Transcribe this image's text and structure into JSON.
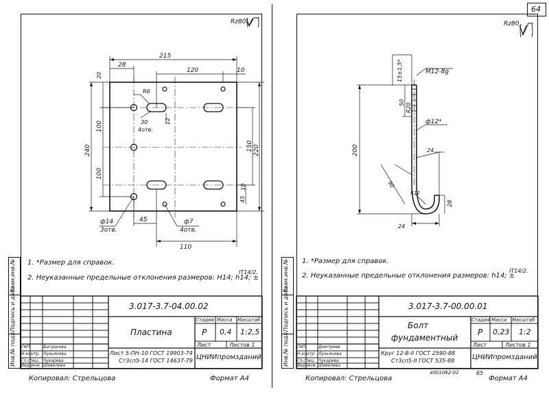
{
  "page_number": "64",
  "left_sheet": {
    "roughness": "Rz80",
    "dims": {
      "d215": "215",
      "d28": "28",
      "d120": "120",
      "d10a": "10",
      "d20": "20",
      "d100a": "100",
      "d240": "240",
      "d100b": "100",
      "r6": "R6",
      "d12": "12",
      "d30": "30",
      "holes4a": "4отв.",
      "d150": "150",
      "d220": "220",
      "d10b": "10",
      "d45a": "45",
      "phi14": "ф14",
      "holes3": "3отв.",
      "d45b": "45",
      "phi7": "ф7",
      "holes4b": "4отв.",
      "d110": "110"
    },
    "notes": [
      "1. *Размер для справок.",
      "2. Неуказанные предельные отклонения размеров: Н14; h14; ±",
      "IT14/2."
    ],
    "title_block": {
      "designation": "3.017-3.7-04.00.02",
      "name": "Пластина",
      "stage_h": "Стадия",
      "mass_h": "Масса",
      "scale_h": "Масштаб",
      "stage": "Р",
      "mass": "0,4",
      "scale": "1:2,5",
      "sheet": "Лист",
      "sheets": "Листов 1",
      "material_1": "Лист 5-ПН-10 ГОСТ 19903-74",
      "material_2": "Ст3сп5-14 ГОСТ 14637-79",
      "org": "ЦНИИпромзданий",
      "staff": [
        {
          "role": "ГИП",
          "name": "Богданова"
        },
        {
          "role": "Н.контр.",
          "name": "Лукьянова"
        },
        {
          "role": "Гл.спец.",
          "name": "Чукарева"
        },
        {
          "role": "Вед.инж.",
          "name": "Шевелёва"
        }
      ]
    },
    "side_labels": [
      "Инв.№ подл.",
      "Подпись и дата",
      "Взам.инв.№"
    ],
    "footer_left": "Копировал: Стрельцова",
    "footer_right": "Формат А4"
  },
  "right_sheet": {
    "roughness": "Rz80",
    "dims": {
      "thread": "М12-8g",
      "d15": "15±1,5*",
      "d50": "50",
      "r20": "R20",
      "phi12": "ф12*",
      "d200": "200",
      "d24a": "24",
      "d90": "90",
      "r12": "R12",
      "d28": "28",
      "d24b": "24"
    },
    "notes": [
      "1. *Размер для справок.",
      "2. Неуказанные предельные отклонения размеров: h14; ±",
      "IT14/2."
    ],
    "title_block": {
      "designation": "3.017-3.7-00.00.01",
      "name_1": "Болт",
      "name_2": "фундаментный",
      "stage_h": "Стадия",
      "mass_h": "Масса",
      "scale_h": "Масштаб",
      "stage": "Р",
      "mass": "0,23",
      "scale": "1:2",
      "sheet": "Лист",
      "sheets": "Листов 1",
      "material_1": "Круг 12-В-II ГОСТ 2590-88",
      "material_2": "Ст3сп5-II ГОСТ 535-88",
      "org": "ЦНИИпромзданий",
      "staff": [
        {
          "role": "ГИП",
          "name": "Дмитриев"
        },
        {
          "role": "Н.контр.",
          "name": "Лукьянова"
        },
        {
          "role": "Гл.спец.",
          "name": "Чукарева"
        },
        {
          "role": "Вед.инж.",
          "name": "Шевелёва"
        }
      ]
    },
    "side_labels": [
      "Инв.№ подл.",
      "Подпись и дата",
      "Взам.инв.№"
    ],
    "footer_left": "Копировал: Стрельцова",
    "footer_mid": "4001082-02",
    "footer_page": "65",
    "footer_right": "Формат А4"
  }
}
